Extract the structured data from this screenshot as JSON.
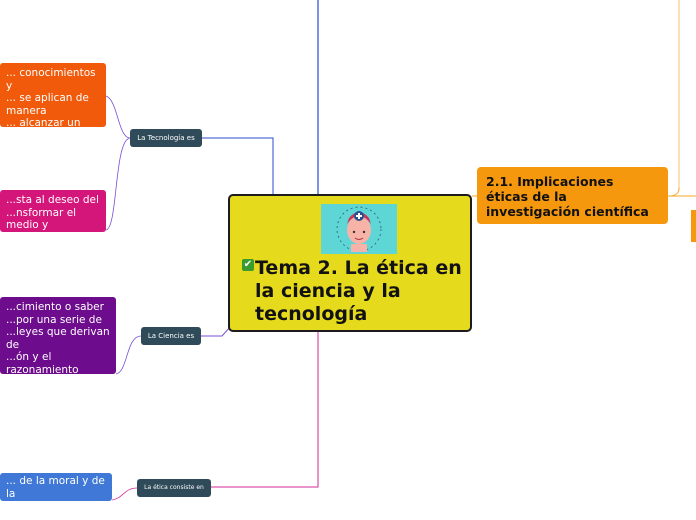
{
  "central": {
    "title": "Tema 2. La ética en la ciencia y la tecnología",
    "check_icon": "checkmark-icon",
    "image": "head-with-cross-icon"
  },
  "subtopic": {
    "label": "2.1. Implicaciones éticas de la investigación científica"
  },
  "branches": [
    {
      "label": "La Tecnología es",
      "color": "#f05a0a",
      "text": "... conocimientos y\n... se aplican de manera\n... alcanzar un\n... objetivo o resolver"
    },
    {
      "label": "",
      "color": "#d4157a",
      "text": "...sta al deseo del\n...nsformar el medio y\n...idad de vida."
    },
    {
      "label": "La Ciencia es",
      "color": "#6d0c8c",
      "text": "...cimiento o saber\n...por una serie de\n...leyes que derivan de\n...ón y el razonamiento\n...o de información y"
    },
    {
      "label": "La ética consiste en",
      "color": "#3f78d6",
      "text": "... de la moral y de la\n...na."
    }
  ],
  "colors": {
    "central_bg": "#e6da1c",
    "subtopic_bg": "#f5980e",
    "connector_blue": "#2a4bd6",
    "connector_magenta": "#d62a9a",
    "connector_purple": "#7a4fd6",
    "connector_orange": "#f5a524"
  }
}
